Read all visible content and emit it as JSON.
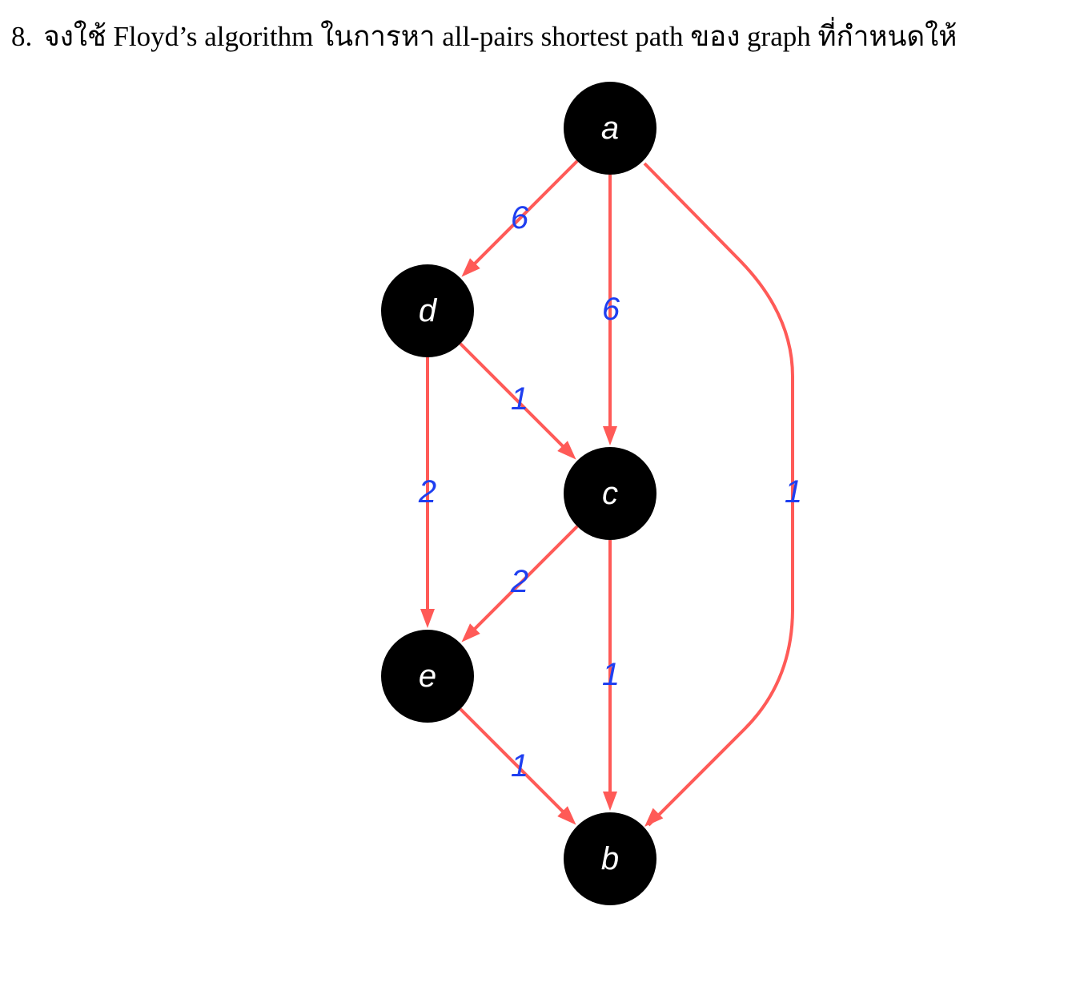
{
  "question": {
    "number": "8.",
    "text": "จงใช้ Floyd’s algorithm ในการหา all-pairs shortest path ของ graph ที่กำหนดให้"
  },
  "graph": {
    "directed": true,
    "colors": {
      "node": "#000000",
      "edge": "#ff5a57",
      "weight": "#1f3ff0",
      "label": "#ffffff"
    },
    "nodes": [
      {
        "id": "a",
        "label": "a"
      },
      {
        "id": "d",
        "label": "d"
      },
      {
        "id": "c",
        "label": "c"
      },
      {
        "id": "e",
        "label": "e"
      },
      {
        "id": "b",
        "label": "b"
      }
    ],
    "edges": [
      {
        "from": "a",
        "to": "d",
        "weight": "6"
      },
      {
        "from": "a",
        "to": "c",
        "weight": "6"
      },
      {
        "from": "a",
        "to": "b",
        "weight": "1"
      },
      {
        "from": "d",
        "to": "c",
        "weight": "1"
      },
      {
        "from": "d",
        "to": "e",
        "weight": "2"
      },
      {
        "from": "c",
        "to": "e",
        "weight": "2"
      },
      {
        "from": "c",
        "to": "b",
        "weight": "1"
      },
      {
        "from": "e",
        "to": "b",
        "weight": "1"
      }
    ]
  }
}
